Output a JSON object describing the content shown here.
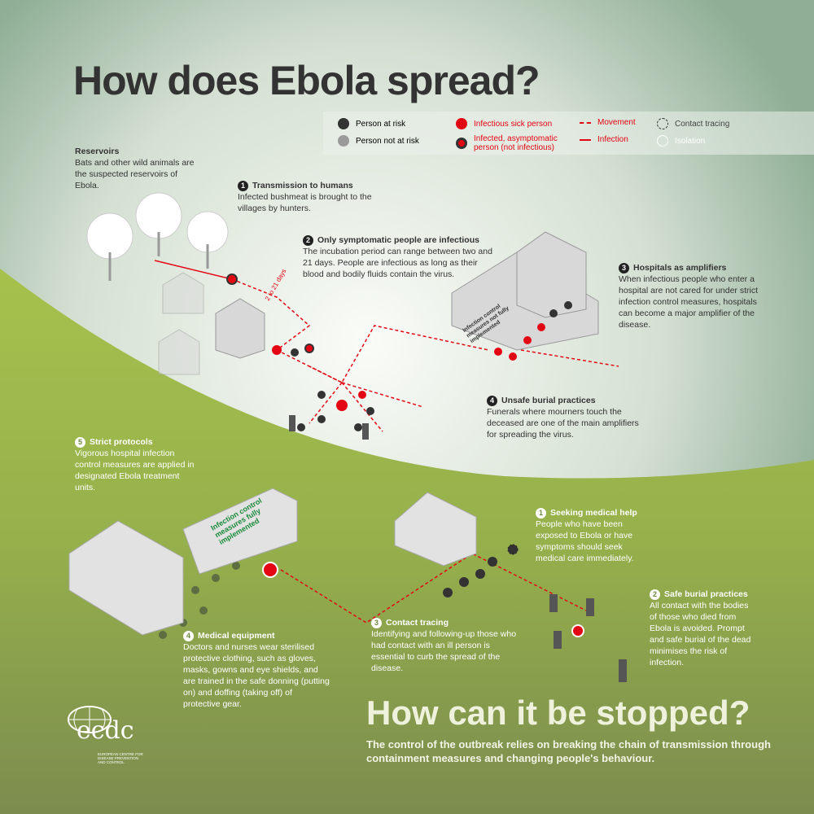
{
  "title": "How does Ebola spread?",
  "legend": {
    "person_at_risk": "Person at risk",
    "person_not_at_risk": "Person not at risk",
    "infectious_sick": "Infectious sick person",
    "infected_asymptomatic": "Infected, asymptomatic person (not infectious)",
    "movement": "Movement",
    "infection": "Infection",
    "contact_tracing": "Contact tracing",
    "isolation": "Isolation",
    "colors": {
      "at_risk": "#333333",
      "not_at_risk": "#9a9a9a",
      "infectious": "#e30613"
    }
  },
  "spread": {
    "reservoirs": {
      "title": "Reservoirs",
      "text": "Bats and other wild animals are the suspected reservoirs of Ebola."
    },
    "transmission": {
      "num": "1",
      "title": "Transmission to humans",
      "text": "Infected bushmeat is brought to the villages by hunters."
    },
    "symptomatic": {
      "num": "2",
      "title": "Only symptomatic people are infectious",
      "text": "The incubation period can range between two and 21 days. People are infectious as long as their blood and bodily fluids contain the virus."
    },
    "hospitals": {
      "num": "3",
      "title": "Hospitals as amplifiers",
      "text": "When infectious people who enter a hospital are not cared for under strict infection control measures, hospitals can become a major amplifier of the disease."
    },
    "burial": {
      "num": "4",
      "title": "Unsafe burial practices",
      "text": "Funerals where mourners touch the deceased are one of the main amplifiers for spreading the virus."
    },
    "days_label": "2 to 21 days",
    "hospital_sign": "Infection control measures not fully implemented"
  },
  "stop": {
    "title": "How can it be stopped?",
    "subtitle": "The control of the outbreak relies on breaking the chain of transmission through containment measures and changing people's behaviour.",
    "protocols": {
      "num": "5",
      "title": "Strict protocols",
      "text": "Vigorous hospital infection control measures are applied in designated Ebola treatment units."
    },
    "seeking": {
      "num": "1",
      "title": "Seeking medical help",
      "text": "People who have been exposed to Ebola or have symptoms should seek medical care immediately."
    },
    "safe_burial": {
      "num": "2",
      "title": "Safe burial practices",
      "text": "All contact with the bodies of those who died from Ebola is avoided. Prompt and safe burial of the dead minimises the risk of infection."
    },
    "contact": {
      "num": "3",
      "title": "Contact tracing",
      "text": "Identifying and following-up those who had contact with an ill person is essential to curb the spread of the disease."
    },
    "equipment": {
      "num": "4",
      "title": "Medical equipment",
      "text": "Doctors and nurses wear sterilised protective clothing, such as gloves, masks, gowns and eye shields, and are trained in the safe donning (putting on) and doffing (taking off) of protective gear."
    },
    "hospital_sign": "Infection control measures fully implemented"
  },
  "logo": {
    "name": "ecdc",
    "full": "EUROPEAN CENTRE FOR DISEASE PREVENTION AND CONTROL"
  }
}
